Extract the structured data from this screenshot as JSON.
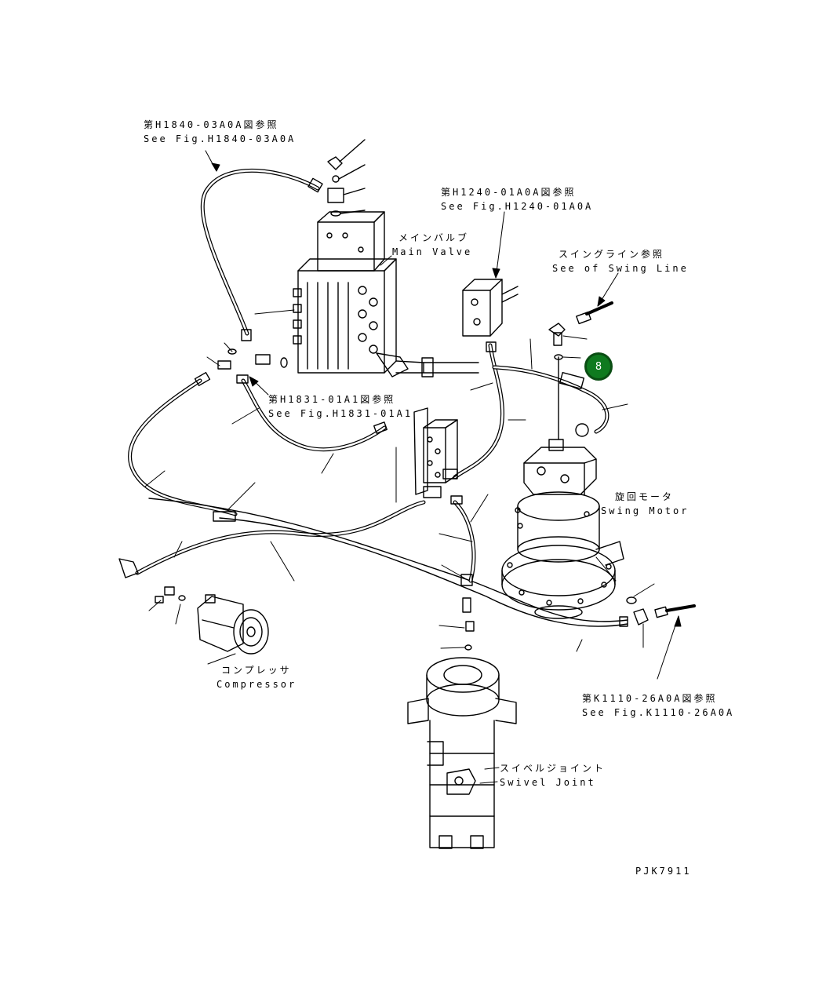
{
  "labels": {
    "h1840": {
      "jp": "第H1840-03A0A図参照",
      "en": "See Fig.H1840-03A0A"
    },
    "h1240": {
      "jp": "第H1240-01A0A図参照",
      "en": "See Fig.H1240-01A0A"
    },
    "main_valve": {
      "jp": "メインバルブ",
      "en": "Main Valve"
    },
    "swing_line": {
      "jp": "スイングライン参照",
      "en": "See of Swing Line"
    },
    "h1831": {
      "jp": "第H1831-01A1図参照",
      "en": "See Fig.H1831-01A1"
    },
    "swing_motor": {
      "jp": "旋回モータ",
      "en": "Swing Motor"
    },
    "compressor": {
      "jp": "コンプレッサ",
      "en": "Compressor"
    },
    "k1110": {
      "jp": "第K1110-26A0A図参照",
      "en": "See Fig.K1110-26A0A"
    },
    "swivel_joint": {
      "jp": "スイベルジョイント",
      "en": "Swivel Joint"
    },
    "drawing_code": "PJK7911"
  },
  "callouts": [
    {
      "number": "8",
      "color": "#0f7a1f"
    }
  ]
}
